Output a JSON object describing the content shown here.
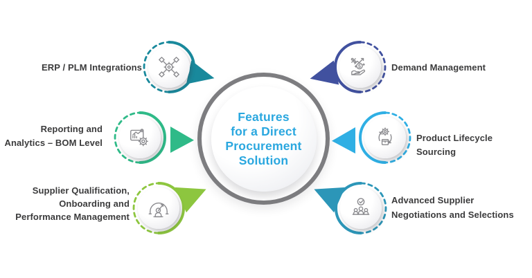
{
  "center": {
    "title_lines": [
      "Features",
      "for a Direct",
      "Procurement",
      "Solution"
    ],
    "text_color": "#2aa7df",
    "ring_color": "#7d7d80"
  },
  "features": [
    {
      "id": "erp-plm-integrations",
      "label_lines": [
        "ERP / PLM Integrations"
      ],
      "color": "#19899c",
      "icon": "gear-network-icon"
    },
    {
      "id": "reporting-analytics-bom-level",
      "label_lines": [
        "Reporting and",
        "Analytics – BOM Level"
      ],
      "color": "#2fba88",
      "icon": "analytics-report-icon"
    },
    {
      "id": "supplier-qualification-onboarding-performance",
      "label_lines": [
        "Supplier Qualification,",
        "Onboarding and",
        "Performance Management"
      ],
      "color": "#8dc63f",
      "icon": "supplier-gauge-icon"
    },
    {
      "id": "demand-management",
      "label_lines": [
        "Demand Management"
      ],
      "color": "#41519f",
      "icon": "hand-dollar-growth-icon"
    },
    {
      "id": "product-lifecycle-sourcing",
      "label_lines": [
        "Product Lifecycle Sourcing"
      ],
      "color": "#2fafe4",
      "icon": "gear-cycle-box-icon"
    },
    {
      "id": "advanced-supplier-negotiations-selections",
      "label_lines": [
        "Advanced Supplier",
        "Negotiations and Selections"
      ],
      "color": "#2c96b8",
      "icon": "team-check-icon"
    }
  ]
}
